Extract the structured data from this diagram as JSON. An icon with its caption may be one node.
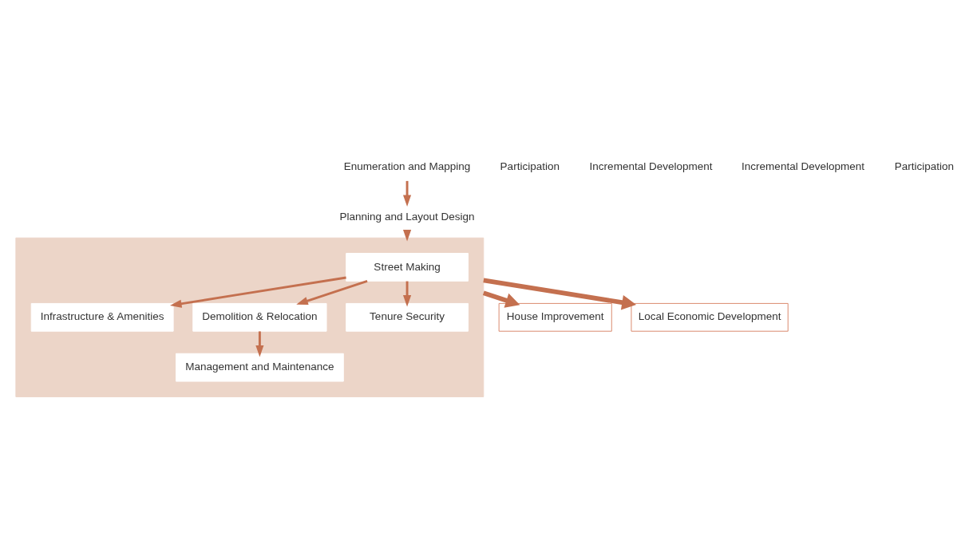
{
  "diagram": {
    "nodes": [
      {
        "text": [
          "Enumeration and Mapping"
        ]
      },
      {
        "text": [
          "Planning and Layout Design"
        ]
      },
      {
        "text": [],
        "shape": "box"
      },
      {
        "text": [
          "Street Making"
        ],
        "in": 2
      },
      {
        "text": [
          "Infrastructure & Amenities"
        ],
        "in": 2
      },
      {
        "text": [
          "Demolition & Relocation"
        ],
        "in": 2
      },
      {
        "text": [
          "Tenure Security"
        ],
        "in": 2
      },
      {
        "text": [
          "Management and Maintenance"
        ],
        "in": 2
      },
      {
        "text": [
          "House Improvement"
        ]
      },
      {
        "text": [
          "Local Economic Development"
        ]
      }
    ],
    "edges": [
      {
        "from": 0,
        "to": 1,
        "arrow": "to"
      },
      {
        "from": 1,
        "to": 2,
        "arrow": "to"
      },
      {
        "from": 3,
        "to": 4,
        "arrow": "to"
      },
      {
        "from": 3,
        "to": 5,
        "arrow": "to"
      },
      {
        "from": 3,
        "to": 6,
        "arrow": "to"
      },
      {
        "from": 5,
        "to": 7,
        "arrow": "to"
      },
      {
        "from": 2,
        "to": 8,
        "arrow": "to",
        "style": "thick"
      },
      {
        "from": 2,
        "to": 9,
        "arrow": "to",
        "style": "thick"
      }
    ],
    "labels": [
      "Participation",
      "Incremental Development",
      "Incremental Development",
      "Participation"
    ]
  }
}
